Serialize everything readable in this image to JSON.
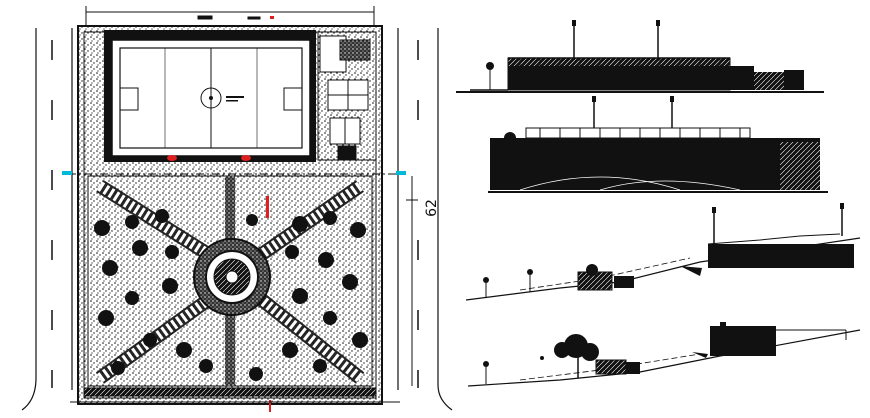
{
  "drawing": {
    "dimension_label": "62",
    "panels": [
      "site-plan",
      "elevation-1",
      "elevation-2",
      "section-1",
      "section-2"
    ],
    "colors": {
      "ink": "#111111",
      "accent_red": "#e02020",
      "accent_cyan": "#00b8d8",
      "paper": "#ffffff"
    }
  }
}
